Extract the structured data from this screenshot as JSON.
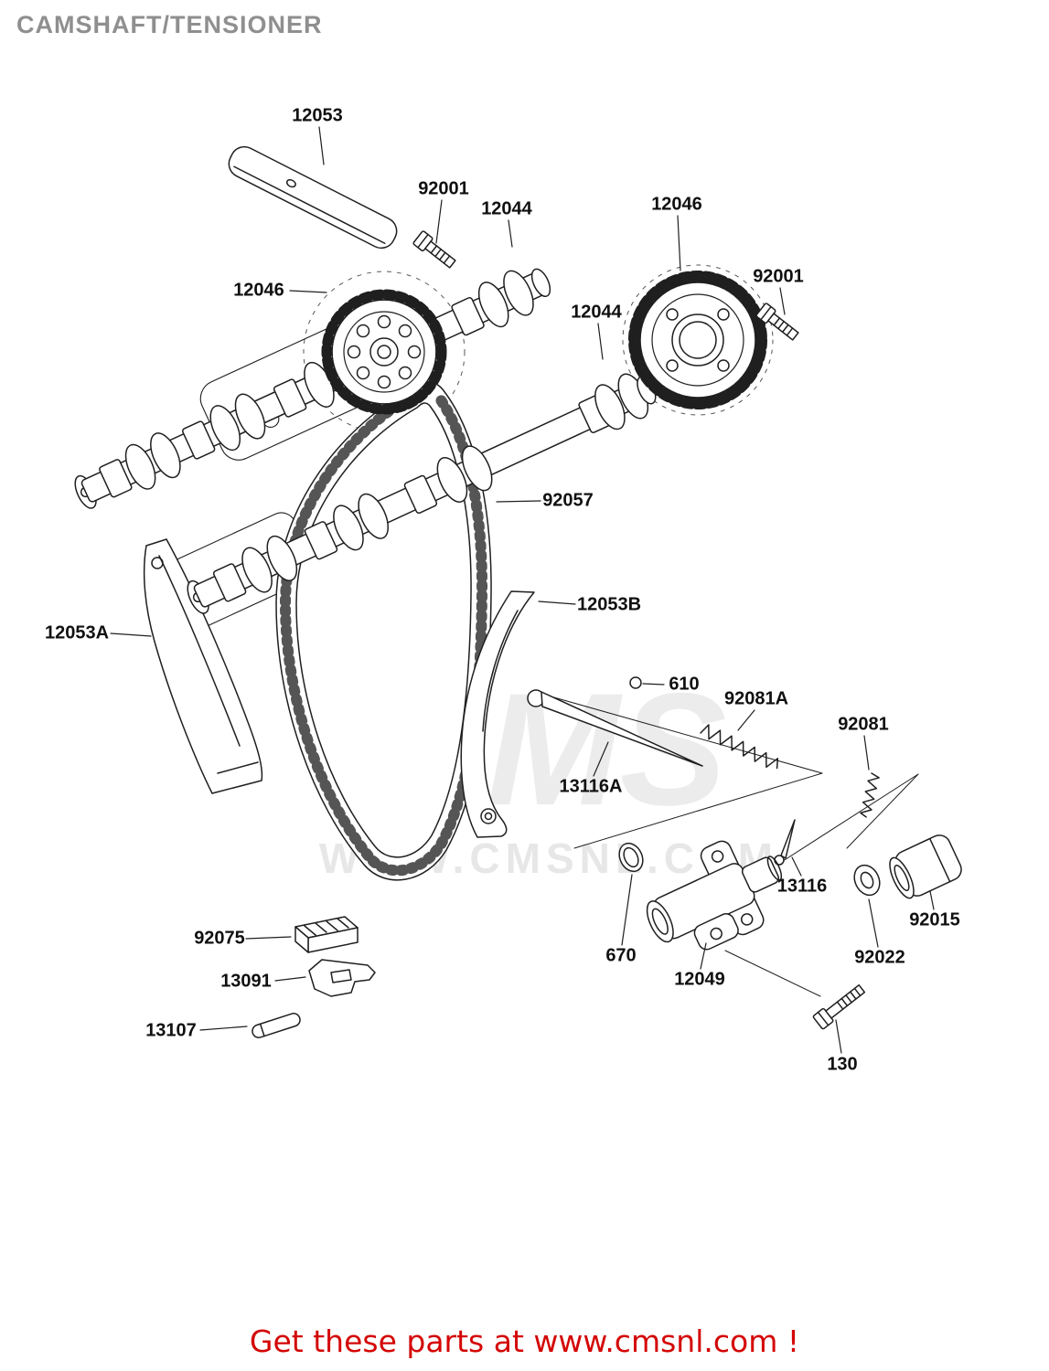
{
  "page": {
    "title": "CAMSHAFT/TENSIONER",
    "footer": "Get these parts at www.cmsnl.com !"
  },
  "watermark": {
    "logo_text": "CMS",
    "site_text": "WWW.CMSNL.COM"
  },
  "diagram": {
    "parts": [
      {
        "label": "12053"
      },
      {
        "label": "92001"
      },
      {
        "label": "12044"
      },
      {
        "label": "12046"
      },
      {
        "label": "92001"
      },
      {
        "label": "12046"
      },
      {
        "label": "12044"
      },
      {
        "label": "92057"
      },
      {
        "label": "12053B"
      },
      {
        "label": "12053A"
      },
      {
        "label": "610"
      },
      {
        "label": "92081A"
      },
      {
        "label": "92081"
      },
      {
        "label": "13116A"
      },
      {
        "label": "13116"
      },
      {
        "label": "92015"
      },
      {
        "label": "92022"
      },
      {
        "label": "670"
      },
      {
        "label": "12049"
      },
      {
        "label": "92075"
      },
      {
        "label": "13091"
      },
      {
        "label": "13107"
      },
      {
        "label": "130"
      }
    ]
  },
  "colors": {
    "title": "#8f8f8f",
    "label": "#101010",
    "line": "#1f1f1f",
    "footer": "#d40505",
    "watermark": "#e9e9e9",
    "background": "#ffffff"
  }
}
